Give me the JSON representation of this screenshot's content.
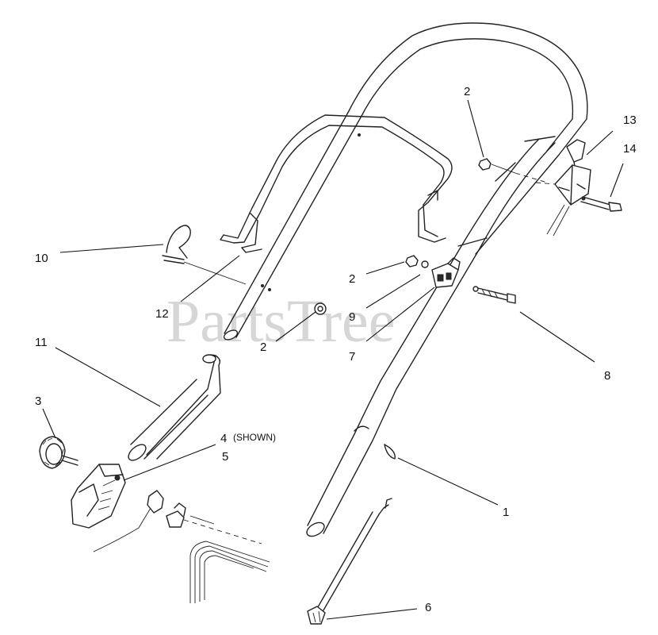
{
  "watermark": "PartsTree",
  "callouts": {
    "c1": "1",
    "c2a": "2",
    "c2b": "2",
    "c2c": "2",
    "c3": "3",
    "c4": "4",
    "c4_note": "(SHOWN)",
    "c5": "5",
    "c6": "6",
    "c7": "7",
    "c8": "8",
    "c9": "9",
    "c10": "10",
    "c11": "11",
    "c12": "12",
    "c13": "13",
    "c14": "14"
  }
}
